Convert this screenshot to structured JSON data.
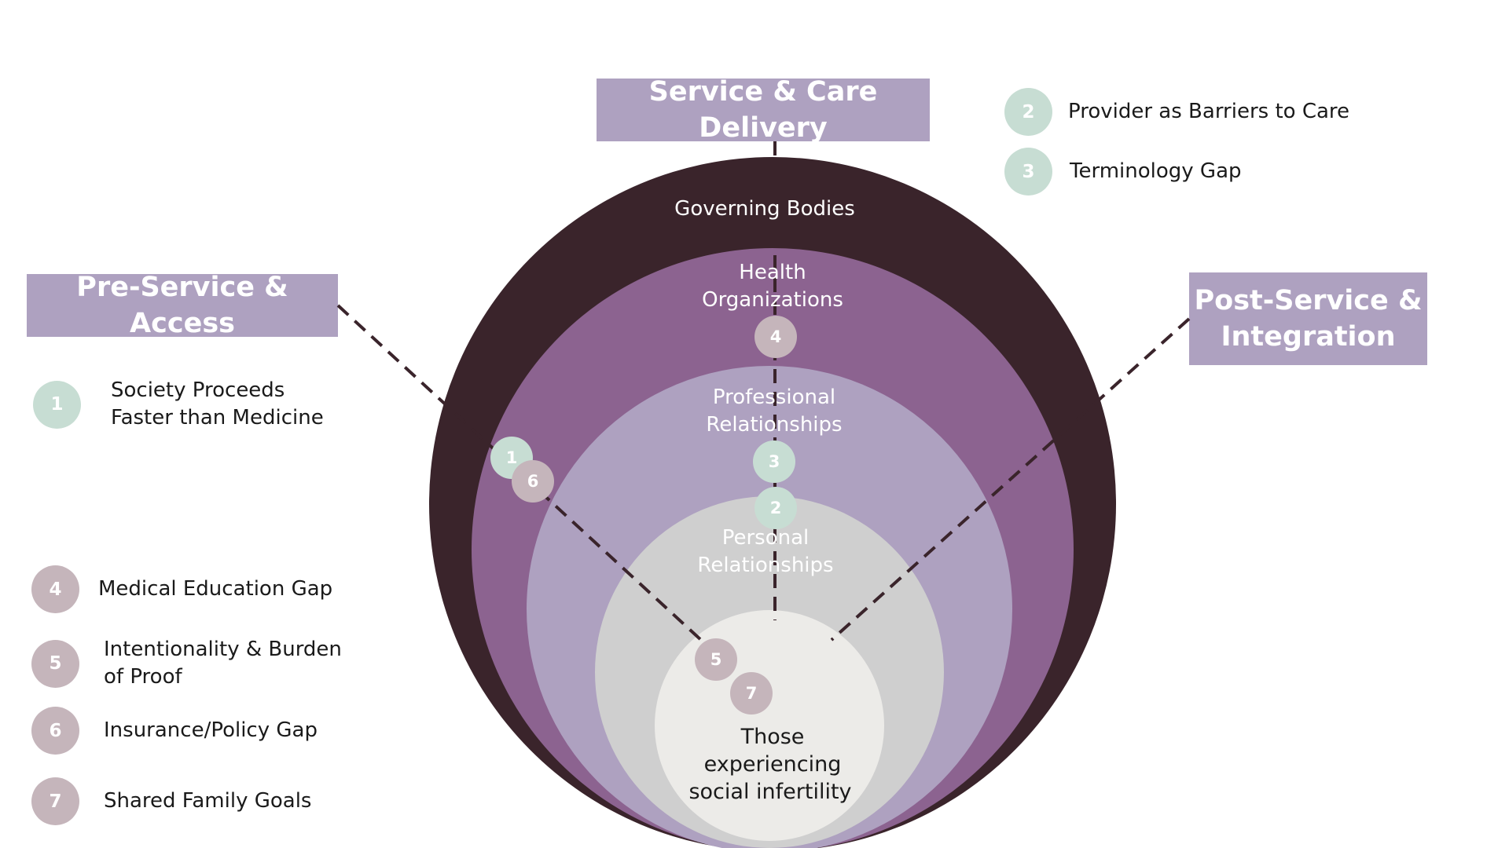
{
  "headers": {
    "service": "Service & Care Delivery",
    "pre": "Pre-Service & Access",
    "post": "Post-Service & Integration"
  },
  "rings": {
    "governing": "Governing Bodies",
    "health": [
      "Health",
      "Organizations"
    ],
    "professional": [
      "Professional",
      "Relationships"
    ],
    "personal": [
      "Personal",
      "Relationships"
    ],
    "core": [
      "Those",
      "experiencing",
      "social infertility"
    ]
  },
  "markers": {
    "m1": "1",
    "m2": "2",
    "m3": "3",
    "m4": "4",
    "m5": "5",
    "m6": "6",
    "m7": "7"
  },
  "legend": {
    "item1": {
      "number": "1",
      "label": [
        "Society Proceeds",
        "Faster than Medicine"
      ]
    },
    "item2": {
      "number": "2",
      "label": [
        "Provider as Barriers to Care"
      ]
    },
    "item3": {
      "number": "3",
      "label": [
        "Terminology Gap"
      ]
    },
    "item4": {
      "number": "4",
      "label": [
        "Medical Education Gap"
      ]
    },
    "item5": {
      "number": "5",
      "label": [
        "Intentionality & Burden",
        "of Proof"
      ]
    },
    "item6": {
      "number": "6",
      "label": [
        "Insurance/Policy Gap"
      ]
    },
    "item7": {
      "number": "7",
      "label": [
        "Shared Family Goals"
      ]
    }
  },
  "colors": {
    "governing": "#3a242b",
    "health": "#8c6390",
    "professional": "#aea1c0",
    "personal": "#cfcfcf",
    "core": "#ecebe8",
    "header_box": "#aea1c0",
    "badge_green": "#c7ddd3",
    "badge_mauve": "#c5b5bb",
    "dash_line": "#3a242b"
  }
}
